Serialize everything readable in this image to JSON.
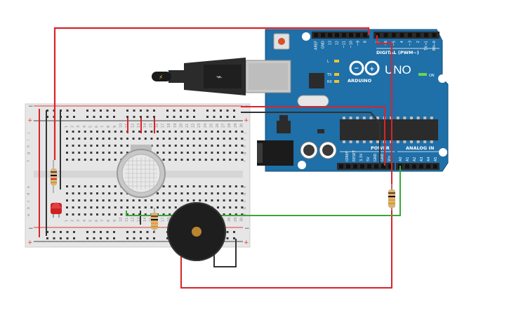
{
  "canvas": {
    "background": "#ffffff"
  },
  "colors": {
    "wire_red": "#d9242a",
    "wire_green": "#3aa63a",
    "wire_black": "#333333",
    "board_blue": "#1f6fa8",
    "header_black": "#2b2b2b",
    "breadboard": "#e6e6e6",
    "breadboard_rail_red": "#e23a3a",
    "breadboard_rail_blue": "#444444"
  },
  "arduino": {
    "brand": "ARDUINO",
    "model": "UNO",
    "digital_label": "DIGITAL (PWM~)",
    "power_label": "POWER",
    "analog_label": "ANALOG IN",
    "on_label": "ON",
    "led_labels": {
      "l": "L",
      "tx": "TX",
      "rx": "RX"
    },
    "top_pins": [
      "AREF",
      "GND",
      "13",
      "12",
      "~11",
      "~10",
      "~9",
      "8",
      "7",
      "~6",
      "~5",
      "4",
      "~3",
      "2",
      "TX→1",
      "RX←0"
    ],
    "power_pins": [
      "IOREF",
      "RESET",
      "3.3V",
      "5V",
      "GND",
      "GND",
      "Vin"
    ],
    "analog_pins": [
      "A0",
      "A1",
      "A2",
      "A3",
      "A4",
      "A5"
    ]
  },
  "breadboard": {
    "plus": "+",
    "minus": "−",
    "rows_top": [
      "j",
      "i",
      "h",
      "g",
      "f"
    ],
    "rows_bottom": [
      "e",
      "d",
      "c",
      "b",
      "a"
    ],
    "columns": [
      "1",
      "2",
      "3",
      "4",
      "5",
      "6",
      "7",
      "8",
      "9",
      "10",
      "11",
      "12",
      "13",
      "14",
      "15",
      "16",
      "17",
      "18",
      "19",
      "20",
      "21",
      "22",
      "23",
      "24",
      "25",
      "26",
      "27",
      "28",
      "29",
      "30"
    ]
  },
  "components": [
    {
      "id": "gas-sensor",
      "type": "gas sensor"
    },
    {
      "id": "led",
      "type": "LED",
      "color": "#cc2222"
    },
    {
      "id": "piezo-buzzer",
      "type": "piezo buzzer"
    },
    {
      "id": "resistor-led",
      "type": "resistor"
    },
    {
      "id": "resistor-sensor",
      "type": "resistor"
    },
    {
      "id": "resistor-analog",
      "type": "resistor"
    }
  ]
}
